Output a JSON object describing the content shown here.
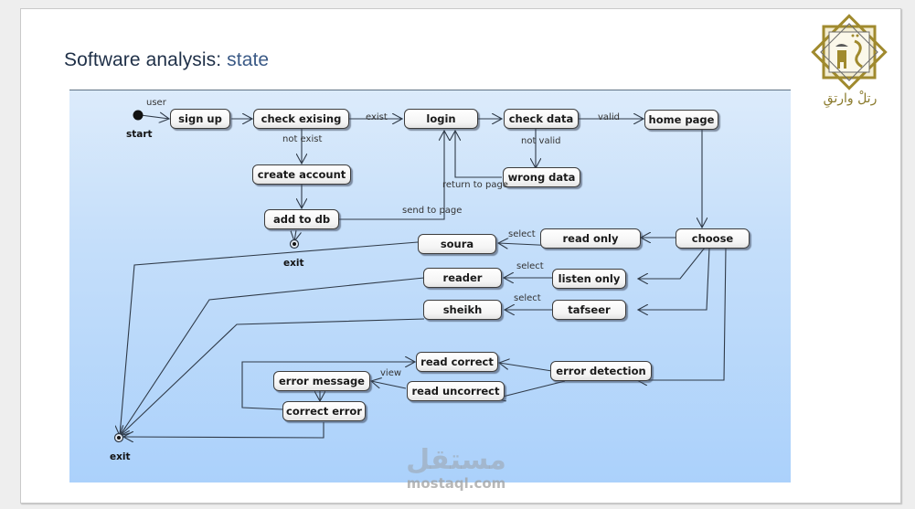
{
  "slide": {
    "title_prefix": "Software analysis: ",
    "title_accent": "state"
  },
  "logo": {
    "caption": "رتلْ وارتقِ",
    "brand_colors": {
      "gold": "#a08a2e",
      "dark": "#5a5a5a"
    }
  },
  "watermark": {
    "arabic": "مستقل",
    "domain": "mostaql.com"
  },
  "diagram": {
    "colors": {
      "bg_top": "#dcebfb",
      "bg_bottom": "#abd1fb",
      "line": "#2f3a48"
    },
    "pseudostates": {
      "start": {
        "label": "start"
      },
      "exit_top": {
        "label": "exit"
      },
      "exit_bottom": {
        "label": "exit"
      }
    },
    "states": {
      "sign_up": "sign up",
      "check_existing": "check exising",
      "create_account": "create account",
      "add_to_db": "add to db",
      "login": "login",
      "check_data": "check data",
      "wrong_data": "wrong data",
      "home_page": "home page",
      "choose": "choose",
      "read_only": "read only",
      "soura": "soura",
      "listen_only": "listen only",
      "reader": "reader",
      "tafseer": "tafseer",
      "sheikh": "sheikh",
      "error_detection": "error detection",
      "read_correct": "read correct",
      "read_uncorrect": "read uncorrect",
      "error_message": "error message",
      "correct_error": "correct error"
    },
    "transitions": [
      {
        "from": "start",
        "to": "sign_up",
        "label": "user"
      },
      {
        "from": "sign_up",
        "to": "check_existing",
        "label": ""
      },
      {
        "from": "check_existing",
        "to": "login",
        "label": "exist"
      },
      {
        "from": "check_existing",
        "to": "create_account",
        "label": "not exist"
      },
      {
        "from": "create_account",
        "to": "add_to_db",
        "label": ""
      },
      {
        "from": "add_to_db",
        "to": "exit_top",
        "label": ""
      },
      {
        "from": "add_to_db",
        "to": "login",
        "label": "send to page"
      },
      {
        "from": "login",
        "to": "check_data",
        "label": ""
      },
      {
        "from": "check_data",
        "to": "home_page",
        "label": "valid"
      },
      {
        "from": "check_data",
        "to": "wrong_data",
        "label": "not valid"
      },
      {
        "from": "wrong_data",
        "to": "login",
        "label": "return to page"
      },
      {
        "from": "home_page",
        "to": "choose",
        "label": ""
      },
      {
        "from": "choose",
        "to": "read_only",
        "label": ""
      },
      {
        "from": "choose",
        "to": "listen_only",
        "label": ""
      },
      {
        "from": "choose",
        "to": "tafseer",
        "label": ""
      },
      {
        "from": "choose",
        "to": "error_detection",
        "label": ""
      },
      {
        "from": "read_only",
        "to": "soura",
        "label": "select"
      },
      {
        "from": "listen_only",
        "to": "reader",
        "label": "select"
      },
      {
        "from": "tafseer",
        "to": "sheikh",
        "label": "select"
      },
      {
        "from": "soura",
        "to": "exit_bottom",
        "label": ""
      },
      {
        "from": "reader",
        "to": "exit_bottom",
        "label": ""
      },
      {
        "from": "sheikh",
        "to": "exit_bottom",
        "label": ""
      },
      {
        "from": "error_detection",
        "to": "read_correct",
        "label": ""
      },
      {
        "from": "error_detection",
        "to": "read_uncorrect",
        "label": ""
      },
      {
        "from": "read_uncorrect",
        "to": "error_message",
        "label": "view"
      },
      {
        "from": "error_message",
        "to": "correct_error",
        "label": ""
      },
      {
        "from": "correct_error",
        "to": "read_correct",
        "label": ""
      },
      {
        "from": "correct_error",
        "to": "exit_bottom",
        "label": ""
      }
    ]
  }
}
